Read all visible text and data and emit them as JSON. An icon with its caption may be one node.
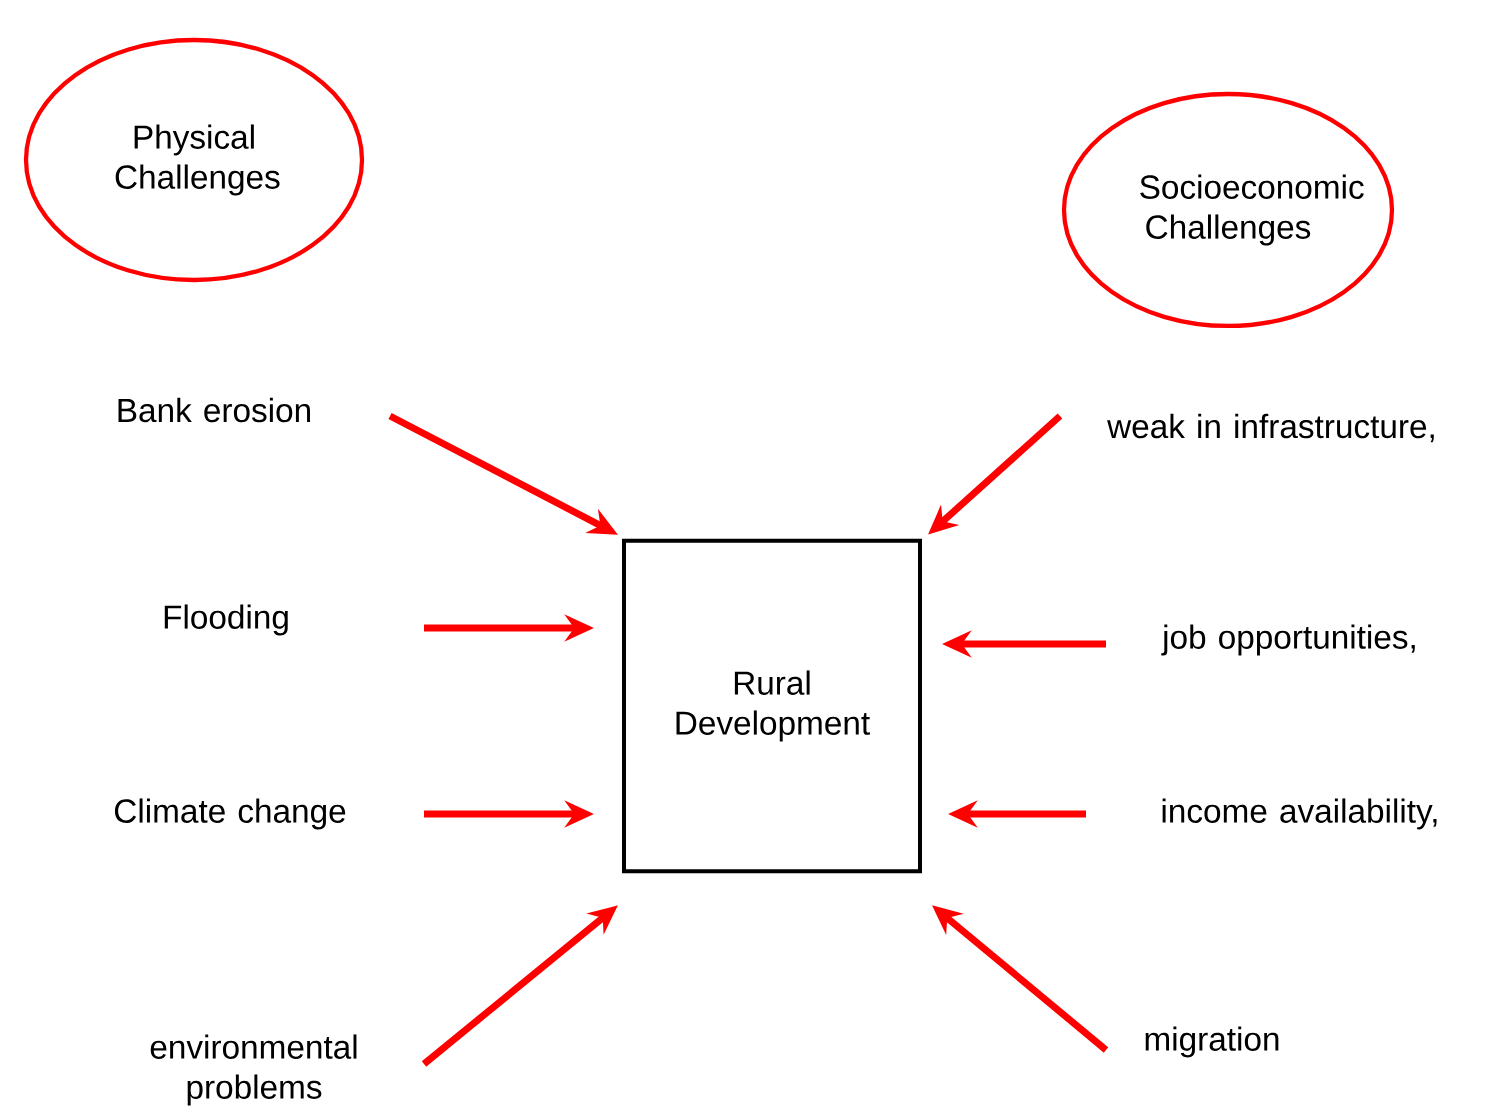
{
  "diagram": {
    "nodes": [
      {
        "text": [
          "Physical Challenges"
        ]
      },
      {
        "text": [
          "Socioeconomic Challenges"
        ]
      },
      {
        "text": [
          "Bank erosion"
        ]
      },
      {
        "text": [
          "weak in infrastructure,"
        ]
      },
      {
        "text": [
          "Flooding"
        ]
      },
      {
        "text": [
          "Rural Development"
        ]
      },
      {
        "text": [
          "job opportunities,"
        ]
      },
      {
        "text": [
          "Climate change"
        ]
      },
      {
        "text": [
          "income availability,"
        ]
      },
      {
        "text": [
          "environmental problems"
        ]
      },
      {
        "text": [
          "migration"
        ]
      }
    ],
    "edges": [
      {
        "from": 2,
        "to": 5,
        "arrow": "to"
      },
      {
        "from": 3,
        "to": 5,
        "arrow": "to"
      },
      {
        "from": 4,
        "to": 5,
        "arrow": "to"
      },
      {
        "from": 6,
        "to": 5,
        "arrow": "to"
      },
      {
        "from": 7,
        "to": 5,
        "arrow": "to"
      },
      {
        "from": 8,
        "to": 5,
        "arrow": "to"
      },
      {
        "from": 9,
        "to": 5,
        "arrow": "to"
      },
      {
        "from": 10,
        "to": 5,
        "arrow": "to"
      }
    ]
  }
}
